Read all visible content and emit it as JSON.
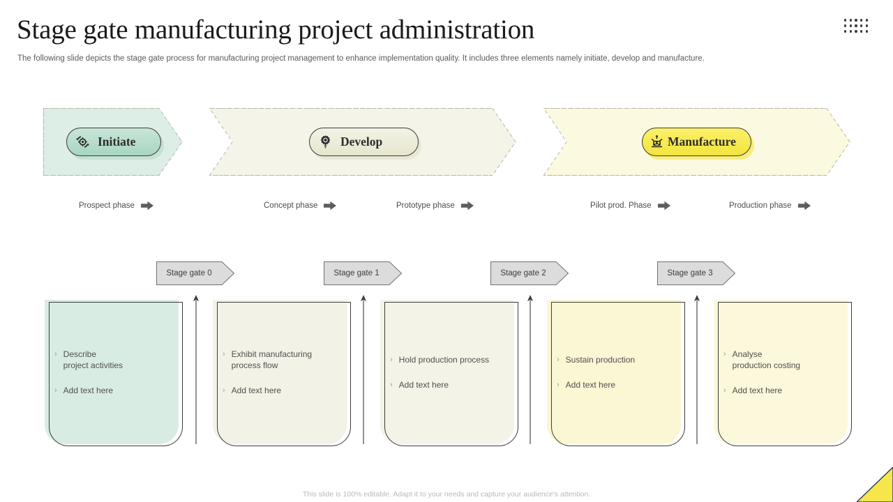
{
  "header": {
    "title": "Stage gate manufacturing project administration",
    "subtitle": "The following slide depicts the stage gate process for manufacturing project management to enhance implementation quality. It includes three elements namely initiate, develop and manufacture.",
    "grid_icon": "grid-dots-icon"
  },
  "stages": [
    {
      "label": "Initiate",
      "icon": "process-gear-refresh-icon",
      "band_color": "#ddeee6",
      "pill_color": "#a7d5c0"
    },
    {
      "label": "Develop",
      "icon": "gear-bulb-icon",
      "band_color": "#f4f4e9",
      "pill_color": "#e6e6cf"
    },
    {
      "label": "Manufacture",
      "icon": "factory-robot-icon",
      "band_color": "#fbfae0",
      "pill_color": "#f3e43d"
    }
  ],
  "phases": [
    {
      "label": "Prospect phase",
      "icon": "arrow-right-icon"
    },
    {
      "label": "Concept phase",
      "icon": "arrow-right-icon"
    },
    {
      "label": "Prototype phase",
      "icon": "arrow-right-icon"
    },
    {
      "label": "Pilot prod. Phase",
      "icon": "arrow-right-icon"
    },
    {
      "label": "Production phase",
      "icon": "arrow-right-icon"
    }
  ],
  "gates": [
    {
      "label": "Stage gate 0"
    },
    {
      "label": "Stage gate 1"
    },
    {
      "label": "Stage gate 2"
    },
    {
      "label": "Stage gate 3"
    }
  ],
  "cards": [
    {
      "fill": "#d9ece3",
      "align": "top",
      "bullets": [
        {
          "marker": "›",
          "text": "Describe\nproject activities"
        },
        {
          "marker": "›",
          "text": "Add text here"
        }
      ]
    },
    {
      "fill": "#f3f2e7",
      "align": "top",
      "bullets": [
        {
          "marker": "›",
          "text": "Exhibit manufacturing\nprocess flow"
        },
        {
          "marker": "›",
          "text": "Add text here"
        }
      ]
    },
    {
      "fill": "#f4f3e8",
      "align": "center",
      "bullets": [
        {
          "marker": "›",
          "text": "Hold production process"
        },
        {
          "marker": "›",
          "text": "Add text here"
        }
      ]
    },
    {
      "fill": "#fbf6d4",
      "align": "top",
      "bullets": [
        {
          "marker": "›",
          "text": "Sustain production"
        },
        {
          "marker": "›",
          "text": "Add text here"
        }
      ]
    },
    {
      "fill": "#fcf8dc",
      "align": "center",
      "bullets": [
        {
          "marker": "›",
          "text": "Analyse\nproduction costing"
        },
        {
          "marker": "›",
          "text": "Add text here"
        }
      ]
    }
  ],
  "footer": {
    "note": "This slide is 100% editable. Adapt it to your needs and capture your audience's attention.",
    "corner_accent_color": "#f5e64b"
  }
}
